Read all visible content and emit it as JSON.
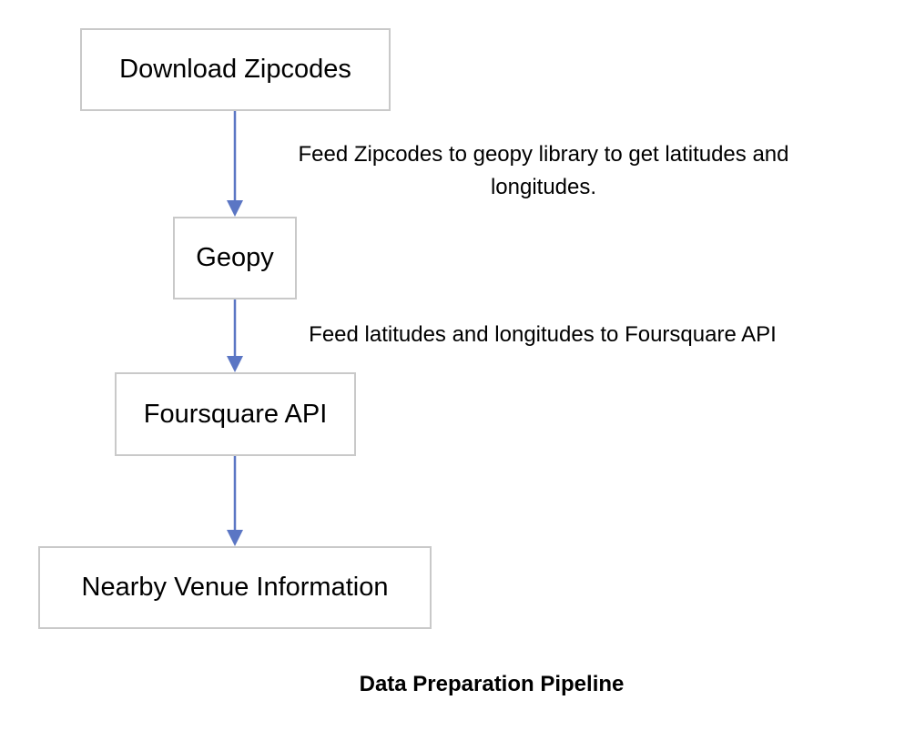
{
  "diagram": {
    "nodes": [
      {
        "id": "download-zipcodes",
        "label": "Download Zipcodes"
      },
      {
        "id": "geopy",
        "label": "Geopy"
      },
      {
        "id": "foursquare-api",
        "label": "Foursquare API"
      },
      {
        "id": "nearby-venue-information",
        "label": "Nearby Venue Information"
      }
    ],
    "edges": [
      {
        "from": "download-zipcodes",
        "to": "geopy",
        "label": "Feed Zipcodes to geopy library to get latitudes and",
        "label_line2": "longitudes."
      },
      {
        "from": "geopy",
        "to": "foursquare-api",
        "label": "Feed latitudes and longitudes to Foursquare API"
      },
      {
        "from": "foursquare-api",
        "to": "nearby-venue-information",
        "label": ""
      }
    ],
    "caption": "Data Preparation Pipeline"
  },
  "colors": {
    "arrow": "#5b76c4",
    "node_border": "#c9c9c9",
    "text": "#000000"
  }
}
